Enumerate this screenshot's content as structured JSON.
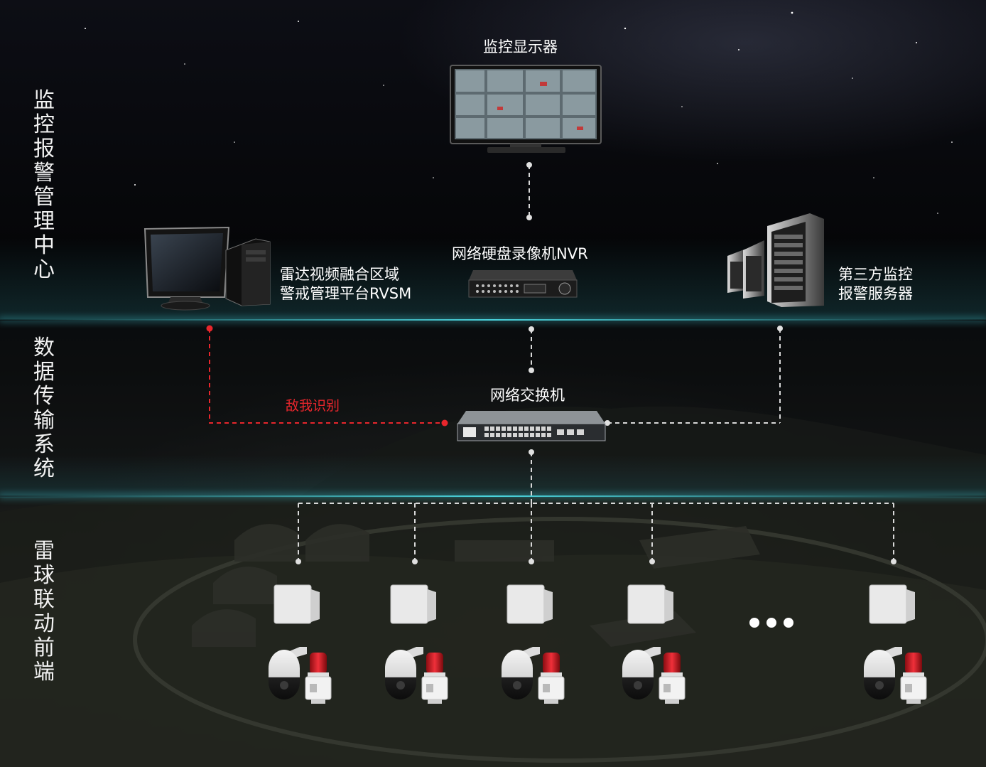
{
  "layers": {
    "top": "监控报警管理中心",
    "middle": "数据传输系统",
    "bottom": "雷球联动前端"
  },
  "nodes": {
    "monitor": "监控显示器",
    "nvr": "网络硬盘录像机NVR",
    "platform_line1": "雷达视频融合区域",
    "platform_line2": "警戒管理平台RVSM",
    "third_party_line1": "第三方监控",
    "third_party_line2": "报警服务器",
    "switch": "网络交换机"
  },
  "links": {
    "friend_foe": "敌我识别"
  },
  "front_end": {
    "units": 5,
    "ellipsis_dots": 3
  },
  "colors": {
    "accent_line": "#e8262c",
    "separator_glow": "#4fe0ec",
    "dash_line": "#d8d8d8"
  }
}
